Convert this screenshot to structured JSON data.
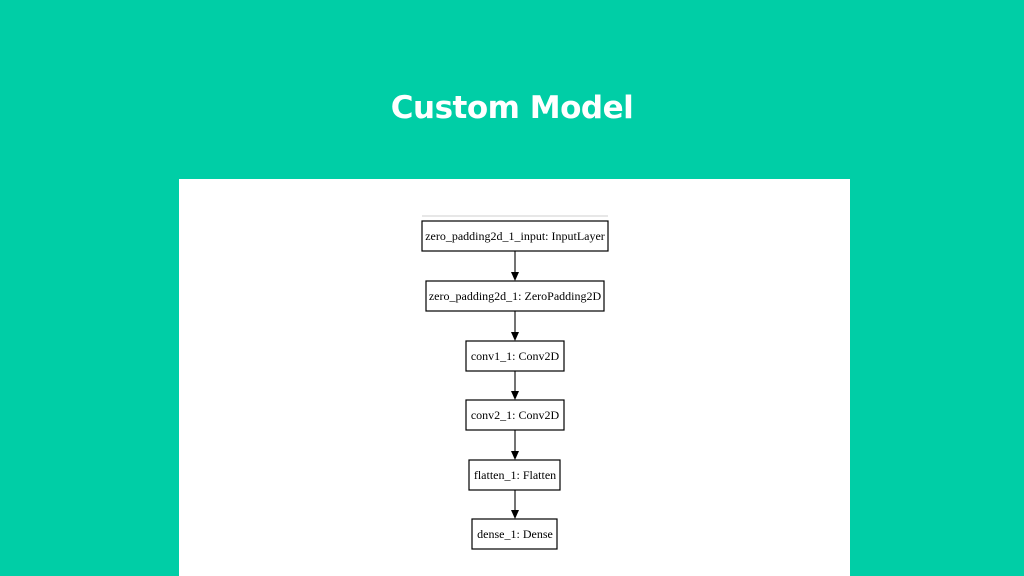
{
  "slide": {
    "title": "Custom Model",
    "background_color": "#00CEA6",
    "panel_color": "#FFFFFF"
  },
  "diagram": {
    "type": "flowchart",
    "direction": "top-to-bottom",
    "nodes": [
      {
        "id": "n1",
        "label": "zero_padding2d_1_input: InputLayer"
      },
      {
        "id": "n2",
        "label": "zero_padding2d_1: ZeroPadding2D"
      },
      {
        "id": "n3",
        "label": "conv1_1: Conv2D"
      },
      {
        "id": "n4",
        "label": "conv2_1: Conv2D"
      },
      {
        "id": "n5",
        "label": "flatten_1: Flatten"
      },
      {
        "id": "n6",
        "label": "dense_1: Dense"
      }
    ],
    "edges": [
      {
        "from": "n1",
        "to": "n2"
      },
      {
        "from": "n2",
        "to": "n3"
      },
      {
        "from": "n3",
        "to": "n4"
      },
      {
        "from": "n4",
        "to": "n5"
      },
      {
        "from": "n5",
        "to": "n6"
      }
    ]
  }
}
